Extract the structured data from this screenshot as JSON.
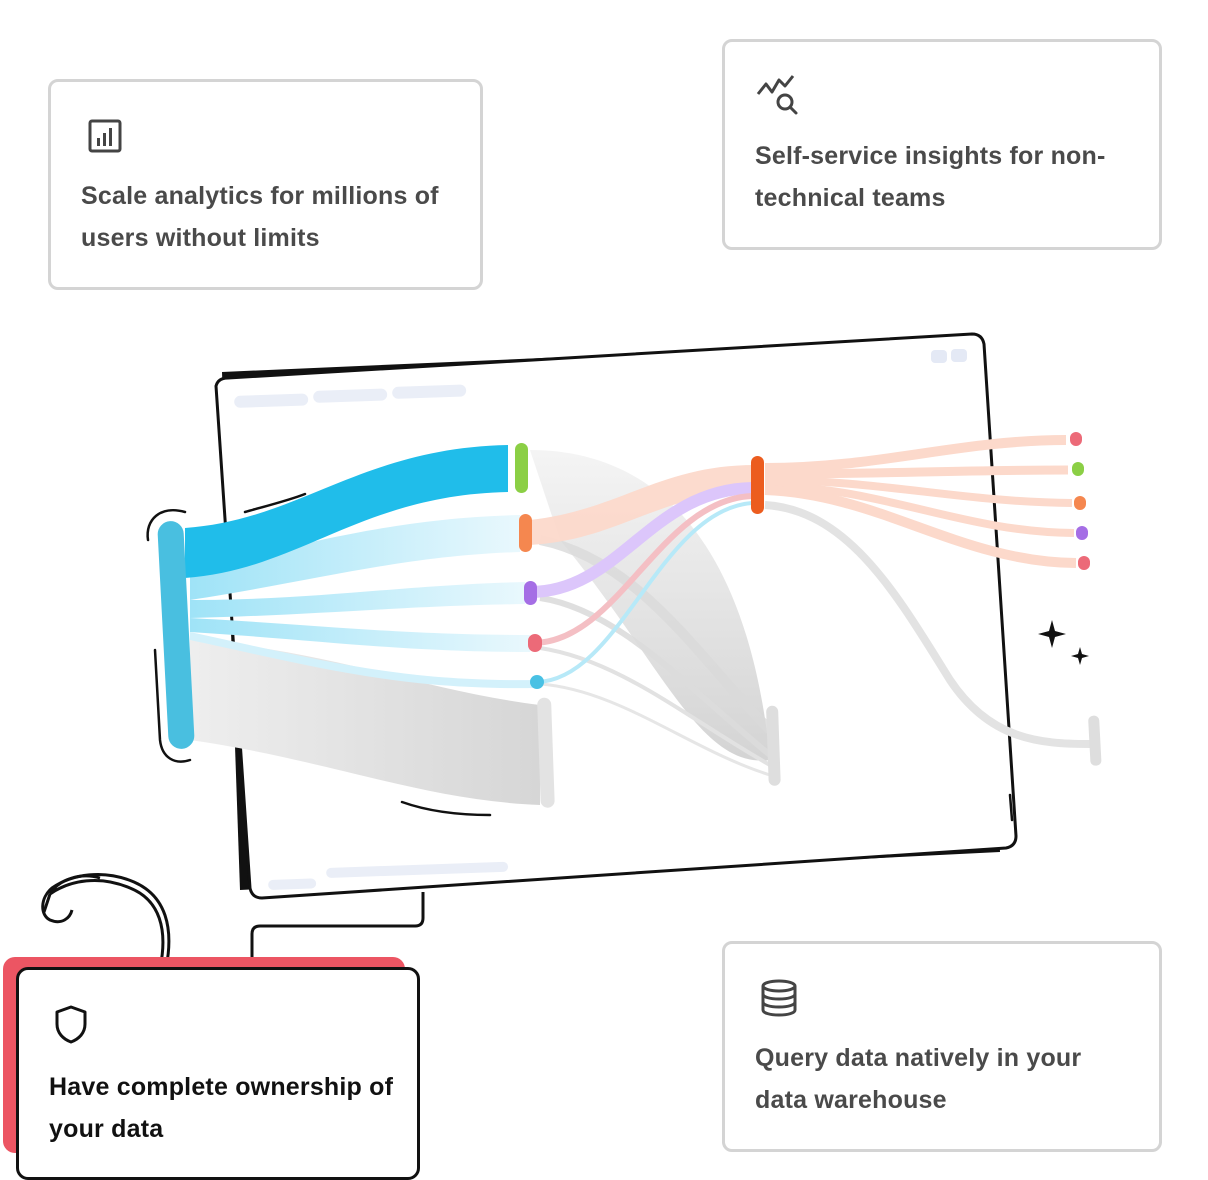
{
  "cards": {
    "scale": {
      "text": "Scale analytics for millions of users without limits",
      "icon": "bar-chart-icon"
    },
    "self_service": {
      "text": "Self-service insights for non-technical teams",
      "icon": "trend-search-icon"
    },
    "query": {
      "text": "Query data natively in your data warehouse",
      "icon": "database-icon"
    },
    "ownership": {
      "text": "Have complete ownership of your data",
      "icon": "shield-icon"
    }
  },
  "colors": {
    "accent_red": "#ec5563",
    "blue": "#20bdea",
    "green": "#8bcf45",
    "orange": "#f5874f",
    "purple": "#a56ee5",
    "pink": "#ec6a78",
    "cyan": "#49c1e4",
    "deep_orange": "#ec5d1f",
    "grey_flow": "#dcdcdc"
  }
}
